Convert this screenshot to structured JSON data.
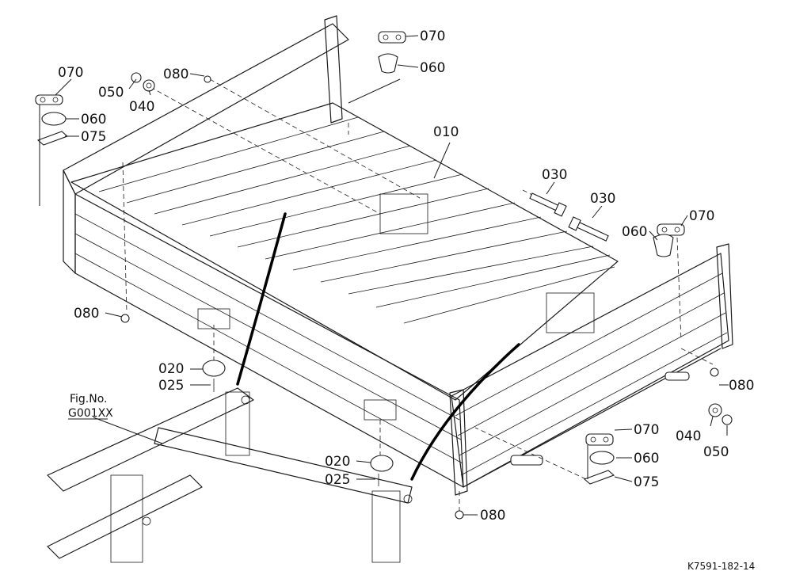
{
  "figure": {
    "code": "K7591-182-14",
    "reference": {
      "line1": "Fig.No.",
      "line2": "G001XX"
    }
  },
  "callouts": {
    "c010": "010",
    "c020a": "020",
    "c020b": "020",
    "c025a": "025",
    "c025b": "025",
    "c030a": "030",
    "c030b": "030",
    "c040a": "040",
    "c040b": "040",
    "c050a": "050",
    "c050b": "050",
    "c060a": "060",
    "c060b": "060",
    "c060c": "060",
    "c060d": "060",
    "c070a": "070",
    "c070b": "070",
    "c070c": "070",
    "c070d": "070",
    "c075a": "075",
    "c075b": "075",
    "c080a": "080",
    "c080b": "080",
    "c080c": "080",
    "c080d": "080"
  },
  "colors": {
    "ink": "#1a1a1a",
    "paper": "#ffffff"
  }
}
